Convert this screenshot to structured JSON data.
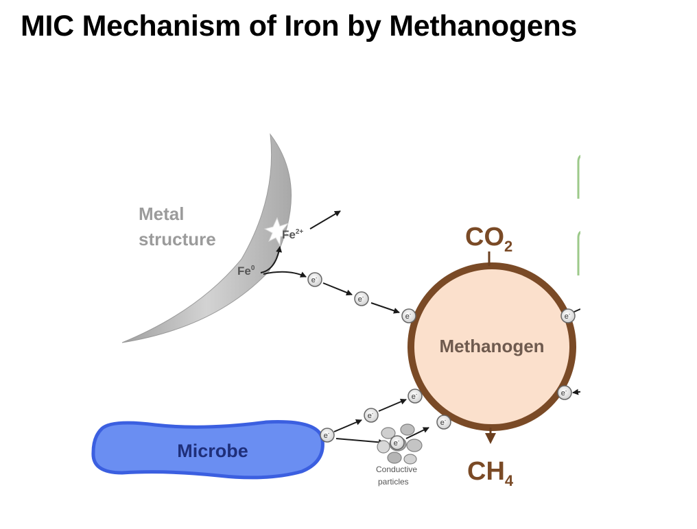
{
  "title": "MIC Mechanism of Iron by Methanogens",
  "diagram": {
    "metal_structure": {
      "line1": "Metal",
      "line2": "structure"
    },
    "fe0": {
      "base": "Fe",
      "sup": "0"
    },
    "fe2": {
      "base": "Fe",
      "sup": "2+"
    },
    "electron": {
      "base": "e",
      "sup": "-"
    },
    "co2": {
      "base": "CO",
      "sub": "2"
    },
    "methanogen": "Methanogen",
    "ch4": {
      "base": "CH",
      "sub": "4"
    },
    "microbe": "Microbe",
    "conductive": {
      "line1": "Conductive",
      "line2": "particles"
    }
  },
  "colors": {
    "metal": "#b8b8b8",
    "methanogen_fill": "#fbe0cc",
    "methanogen_ring": "#7a4a26",
    "microbe_fill": "#6a8ef2",
    "microbe_edge": "#3b5fe0",
    "green_frame": "#9cc98a"
  }
}
